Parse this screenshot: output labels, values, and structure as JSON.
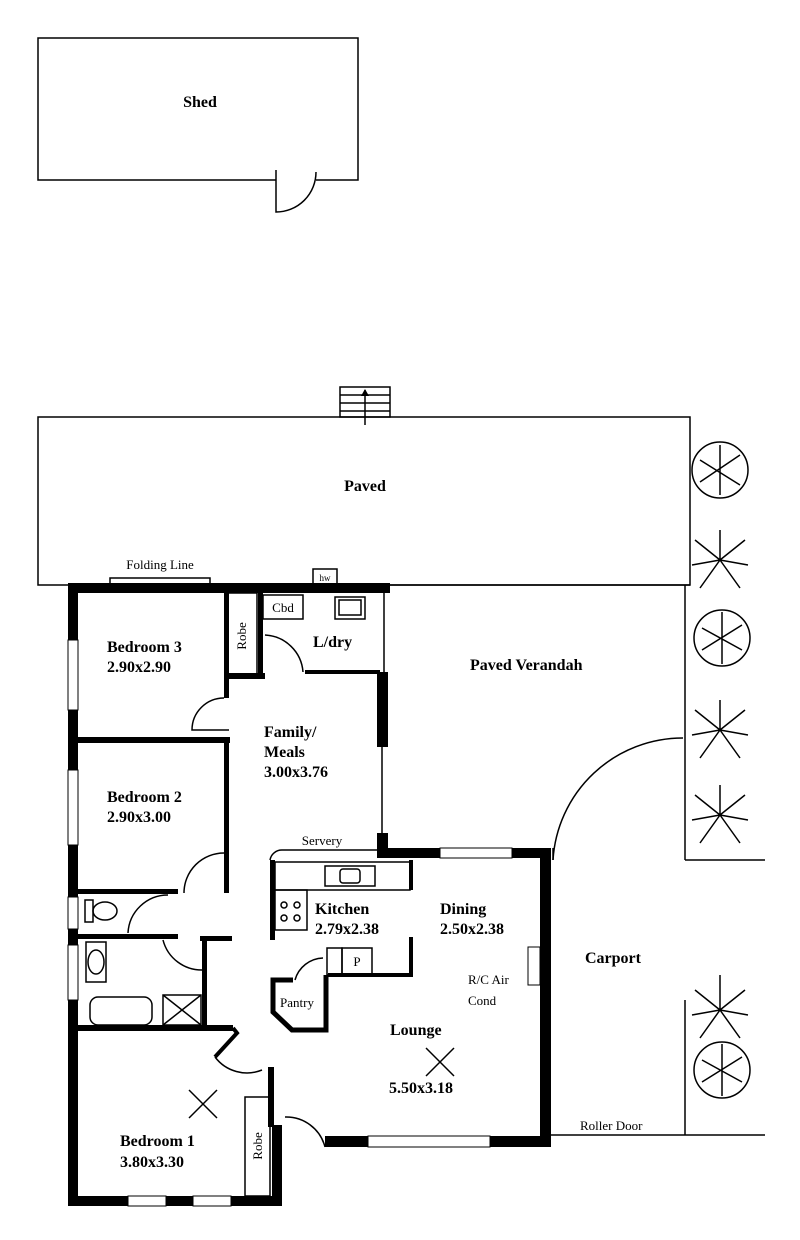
{
  "rooms": {
    "shed": "Shed",
    "paved": "Paved",
    "folding_line": "Folding Line",
    "hw": "hw",
    "bedroom3": {
      "name": "Bedroom 3",
      "size": "2.90x2.90"
    },
    "robe_top": "Robe",
    "cbd": "Cbd",
    "ldry": "L/dry",
    "paved_verandah": "Paved Verandah",
    "family": {
      "name1": "Family/",
      "name2": "Meals",
      "size": "3.00x3.76"
    },
    "bedroom2": {
      "name": "Bedroom 2",
      "size": "2.90x3.00"
    },
    "servery": "Servery",
    "kitchen": {
      "name": "Kitchen",
      "size": "2.79x2.38"
    },
    "dining": {
      "name": "Dining",
      "size": "2.50x2.38"
    },
    "pantry_p": "P",
    "pantry": "Pantry",
    "aircond": {
      "line1": "R/C Air",
      "line2": "Cond"
    },
    "lounge": {
      "name": "Lounge",
      "size": "5.50x3.18"
    },
    "carport": "Carport",
    "roller_door": "Roller Door",
    "bedroom1": {
      "name": "Bedroom 1",
      "size": "3.80x3.30"
    },
    "robe_bottom": "Robe"
  }
}
